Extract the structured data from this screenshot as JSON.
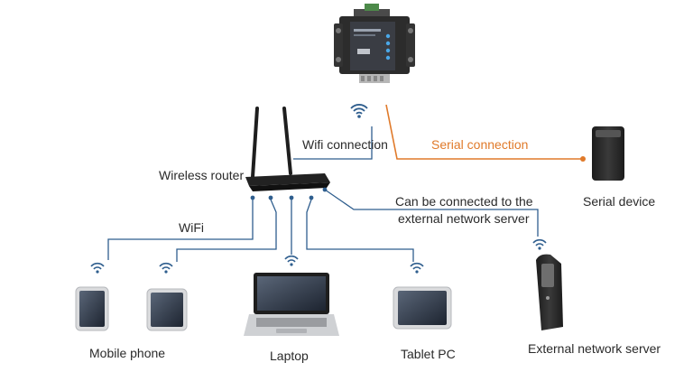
{
  "labels": {
    "wifi_connection": "Wifi connection",
    "serial_connection": "Serial connection",
    "wireless_router": "Wireless router",
    "serial_device": "Serial device",
    "wifi": "WiFi",
    "external_line1": "Can be connected to the",
    "external_line2": "external network server",
    "mobile_phone": "Mobile phone",
    "laptop": "Laptop",
    "tablet_pc": "Tablet PC",
    "external_network_server": "External network server"
  },
  "colors": {
    "wire_blue": "#2f5e8e",
    "wire_orange": "#e07a2a",
    "device_dark": "#2b2b2b"
  }
}
